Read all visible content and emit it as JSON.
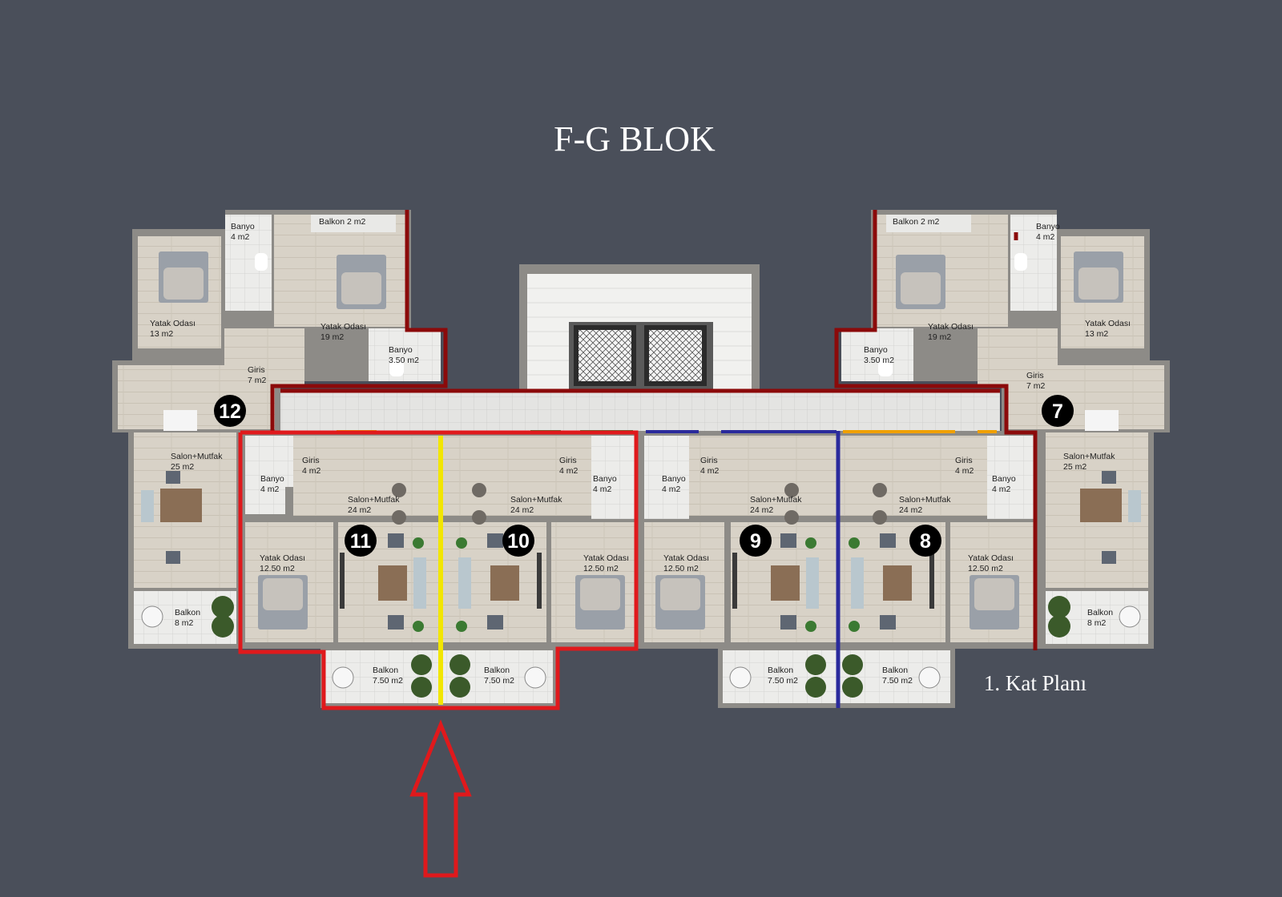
{
  "title": "F-G BLOK",
  "subtitle": "1. Kat Planı",
  "units": [
    "12",
    "11",
    "10",
    "9",
    "8",
    "7"
  ],
  "rooms": [
    {
      "lines": [
        "Banyo",
        "4 m2"
      ]
    },
    {
      "lines": [
        "Balkon 2 m2"
      ]
    },
    {
      "lines": [
        "Yatak Odası",
        "13 m2"
      ]
    },
    {
      "lines": [
        "Yatak Odası",
        "19 m2"
      ]
    },
    {
      "lines": [
        "Banyo",
        "3.50 m2"
      ]
    },
    {
      "lines": [
        "Giris",
        "7 m2"
      ]
    },
    {
      "lines": [
        "Salon+Mutfak",
        "25 m2"
      ]
    },
    {
      "lines": [
        "Balkon",
        "8 m2"
      ]
    },
    {
      "lines": [
        "Giris",
        "4 m2"
      ]
    },
    {
      "lines": [
        "Banyo",
        "4 m2"
      ]
    },
    {
      "lines": [
        "Salon+Mutfak",
        "24 m2"
      ]
    },
    {
      "lines": [
        "Yatak Odası",
        "12.50 m2"
      ]
    },
    {
      "lines": [
        "Balkon",
        "7.50 m2"
      ]
    },
    {
      "lines": [
        "Balkon",
        "7.50 m2"
      ]
    },
    {
      "lines": [
        "Salon+Mutfak",
        "24 m2"
      ]
    },
    {
      "lines": [
        "Giris",
        "4 m2"
      ]
    },
    {
      "lines": [
        "Banyo",
        "4 m2"
      ]
    },
    {
      "lines": [
        "Yatak Odası",
        "12.50 m2"
      ]
    },
    {
      "lines": [
        "Banyo",
        "4 m2"
      ]
    },
    {
      "lines": [
        "Giris",
        "4 m2"
      ]
    },
    {
      "lines": [
        "Yatak Odası",
        "12.50 m2"
      ]
    },
    {
      "lines": [
        "Salon+Mutfak",
        "24 m2"
      ]
    },
    {
      "lines": [
        "Balkon",
        "7.50 m2"
      ]
    },
    {
      "lines": [
        "Balkon",
        "7.50 m2"
      ]
    },
    {
      "lines": [
        "Salon+Mutfak",
        "24 m2"
      ]
    },
    {
      "lines": [
        "Giris",
        "4 m2"
      ]
    },
    {
      "lines": [
        "Banyo",
        "4 m2"
      ]
    },
    {
      "lines": [
        "Yatak Odası",
        "12.50 m2"
      ]
    },
    {
      "lines": [
        "Balkon 2 m2"
      ]
    },
    {
      "lines": [
        "Banyo",
        "4 m2"
      ]
    },
    {
      "lines": [
        "Yatak Odası",
        "19 m2"
      ]
    },
    {
      "lines": [
        "Yatak Odası",
        "13 m2"
      ]
    },
    {
      "lines": [
        "Banyo",
        "3.50 m2"
      ]
    },
    {
      "lines": [
        "Giris",
        "7 m2"
      ]
    },
    {
      "lines": [
        "Salon+Mutfak",
        "25 m2"
      ]
    },
    {
      "lines": [
        "Balkon",
        "8 m2"
      ]
    }
  ],
  "colors": {
    "background": "#4a4f5a",
    "highlight_red": "#e0191c",
    "divider_yellow": "#f2e600",
    "divider_blue": "#2a2a9c",
    "marker_orange": "#f0a000",
    "marker_green": "#2d8a3a",
    "unit_border_darkred": "#8b0a0a"
  }
}
